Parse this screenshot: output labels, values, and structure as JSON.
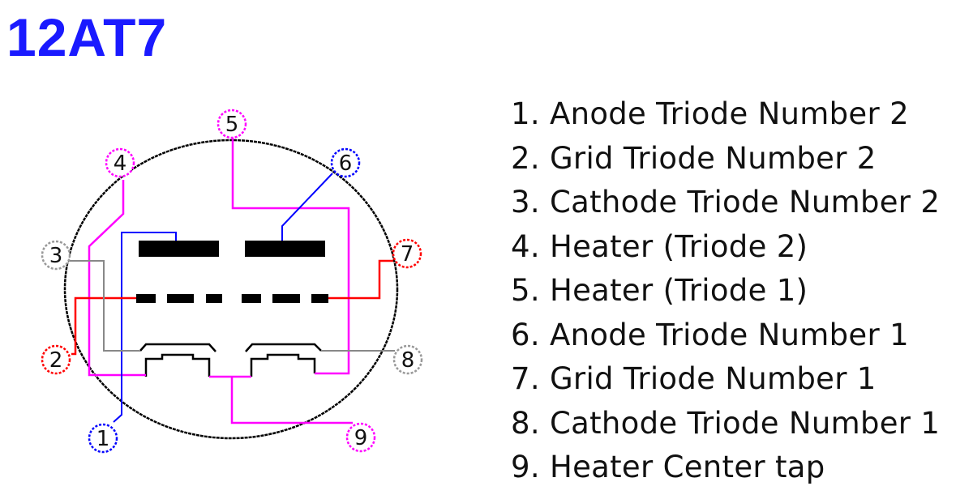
{
  "title": "12AT7",
  "colors": {
    "title": "#1a1aff",
    "heater": "#ff00ff",
    "anode": "#0000ff",
    "grid": "#ff0000",
    "cathode": "#888888",
    "envelope": "#000000"
  },
  "pins": [
    {
      "number": "1",
      "label": "Anode Triode Number 2",
      "color": "#0000ff"
    },
    {
      "number": "2",
      "label": "Grid Triode Number 2",
      "color": "#ff0000"
    },
    {
      "number": "3",
      "label": "Cathode Triode Number 2",
      "color": "#888888"
    },
    {
      "number": "4",
      "label": "Heater (Triode 2)",
      "color": "#ff00ff"
    },
    {
      "number": "5",
      "label": "Heater (Triode 1)",
      "color": "#ff00ff"
    },
    {
      "number": "6",
      "label": "Anode Triode Number 1",
      "color": "#0000ff"
    },
    {
      "number": "7",
      "label": "Grid Triode Number 1",
      "color": "#ff0000"
    },
    {
      "number": "8",
      "label": "Cathode Triode Number 1",
      "color": "#888888"
    },
    {
      "number": "9",
      "label": "Heater Center tap",
      "color": "#ff00ff"
    }
  ],
  "legend": [
    "1. Anode Triode Number 2",
    "2. Grid Triode Number 2",
    "3. Cathode Triode Number 2",
    "4. Heater (Triode 2)",
    "5. Heater (Triode 1)",
    "6. Anode Triode Number 1",
    "7. Grid Triode Number 1",
    "8. Cathode Triode Number 1",
    "9. Heater Center tap"
  ]
}
